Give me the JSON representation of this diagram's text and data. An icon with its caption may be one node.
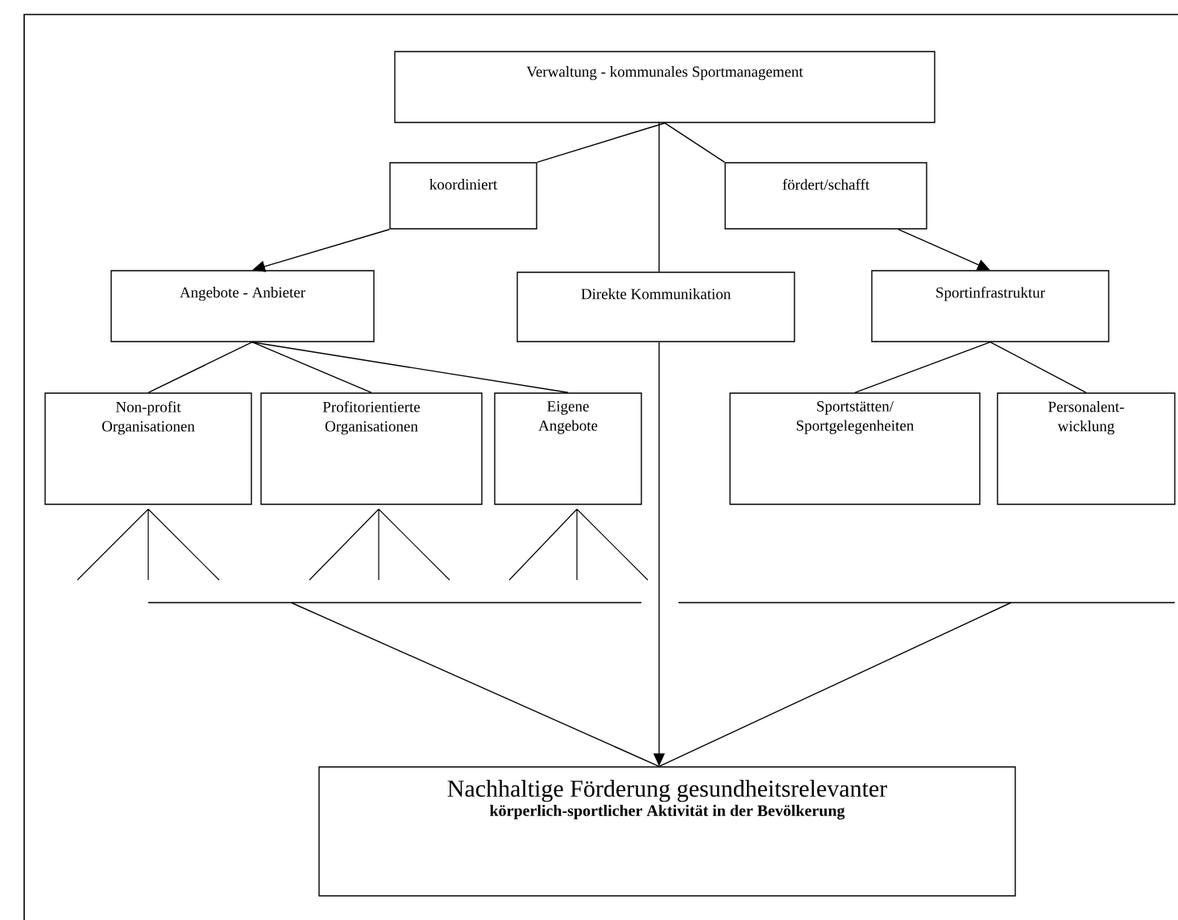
{
  "diagram": {
    "nodes": [
      {
        "text": [
          "Verwaltung - kommunales Sportmanagement"
        ]
      },
      {
        "text": [
          "koordiniert"
        ]
      },
      {
        "text": [
          "fördert/schafft"
        ]
      },
      {
        "text": [
          "Angebote - Anbieter"
        ]
      },
      {
        "text": [
          "Direkte Kommunikation"
        ]
      },
      {
        "text": [
          "Sportinfrastruktur"
        ]
      },
      {
        "text": [
          "Non-profit Organisationen"
        ]
      },
      {
        "text": [
          "Profitorientierte Organisationen"
        ]
      },
      {
        "text": [
          "Eigene Angebote"
        ]
      },
      {
        "text": [
          "Sportstätten/ Sportgelegenheiten"
        ]
      },
      {
        "text": [
          "Personalent-wicklung"
        ]
      },
      {
        "text": [],
        "shape": "bar"
      },
      {
        "text": [],
        "shape": "bar"
      },
      {
        "text": [
          "Nachhaltige Förderung gesundheitsrelevanter",
          "körperlich-sportlicher Aktivität in der Bevölkerung"
        ]
      }
    ],
    "edges": [
      {
        "from": 0,
        "to": 1,
        "arrow": "none"
      },
      {
        "from": 0,
        "to": 2,
        "arrow": "none"
      },
      {
        "from": 0,
        "to": 4,
        "arrow": "none"
      },
      {
        "from": 1,
        "to": 3,
        "arrow": "to"
      },
      {
        "from": 2,
        "to": 5,
        "arrow": "to"
      },
      {
        "from": 3,
        "to": 6,
        "arrow": "none"
      },
      {
        "from": 3,
        "to": 7,
        "arrow": "none"
      },
      {
        "from": 3,
        "to": 8,
        "arrow": "none"
      },
      {
        "from": 5,
        "to": 9,
        "arrow": "none"
      },
      {
        "from": 5,
        "to": 10,
        "arrow": "none"
      },
      {
        "from": 4,
        "to": 13,
        "arrow": "to"
      },
      {
        "from": 11,
        "to": 13,
        "arrow": "none"
      },
      {
        "from": 12,
        "to": 13,
        "arrow": "none"
      }
    ]
  }
}
